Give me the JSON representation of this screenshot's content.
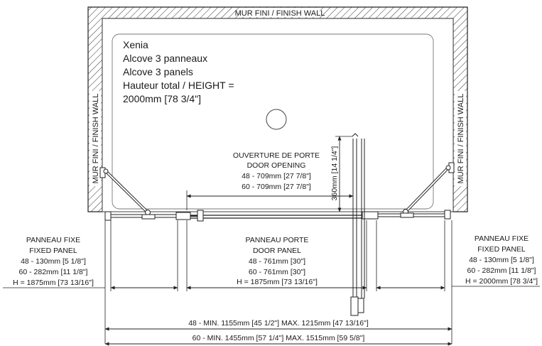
{
  "wall_labels": {
    "top": "MUR FINI / FINISH WALL",
    "left": "MUR FINI / FINISH WALL",
    "right": "MUR FINI / FINISH WALL"
  },
  "product_info": {
    "line1": "Xenia",
    "line2": "Alcove 3 panneaux",
    "line3": "Alcove 3 panels",
    "line4": "Hauteur total / HEIGHT =",
    "line5": "2000mm [78 3/4\"]"
  },
  "door_opening": {
    "line1": "OUVERTURE DE PORTE",
    "line2": "DOOR OPENING",
    "line3": "48 - 709mm [27 7/8\"]",
    "line4": "60 - 709mm [27 7/8\"]"
  },
  "clearance_label": "360mm [14 1/4\"]",
  "fixed_panel_left": {
    "line1": "PANNEAU FIXE",
    "line2": "FIXED PANEL",
    "line3": "48 - 130mm [5 1/8\"]",
    "line4": "60 - 282mm [11 1/8\"]",
    "line5": "H = 1875mm [73 13/16\"]"
  },
  "door_panel": {
    "line1": "PANNEAU PORTE",
    "line2": "DOOR PANEL",
    "line3": "48 - 761mm [30\"]",
    "line4": "60 - 761mm [30\"]",
    "line5": "H = 1875mm [73 13/16\"]"
  },
  "fixed_panel_right": {
    "line1": "PANNEAU FIXE",
    "line2": "FIXED PANEL",
    "line3": "48 - 130mm [5 1/8\"]",
    "line4": "60 - 282mm [11 1/8\"]",
    "line5": "H = 2000mm [78 3/4\"]"
  },
  "overall_48": "48 - MIN. 1155mm [45 1/2\"] MAX. 1215mm [47 13/16\"]",
  "overall_60": "60 - MIN. 1455mm [57 1/4\"] MAX. 1515mm [59 5/8\"]"
}
